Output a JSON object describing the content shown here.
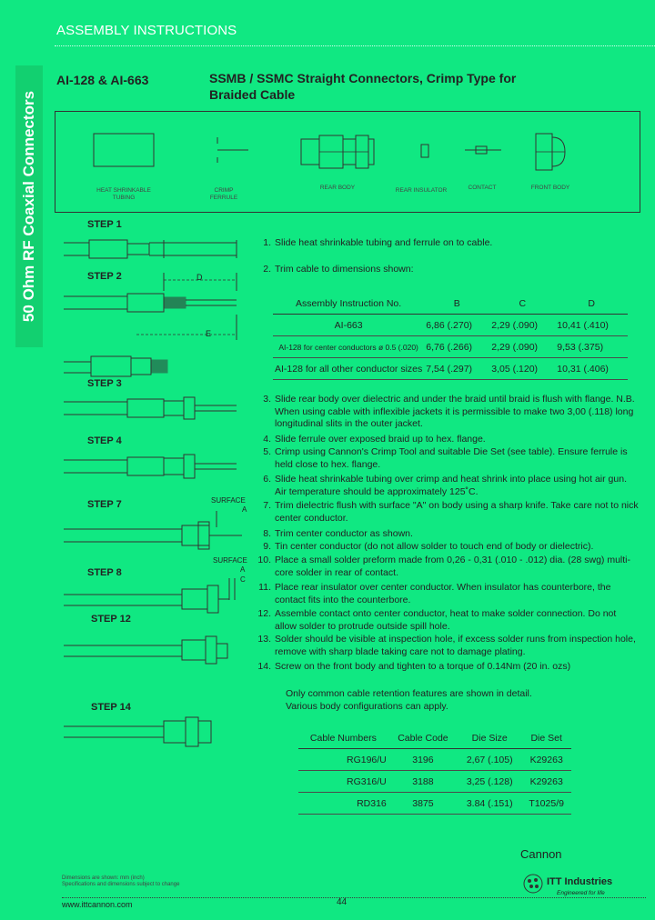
{
  "header": {
    "title": "ASSEMBLY INSTRUCTIONS"
  },
  "side_title": "50 Ohm RF Coaxial Connectors",
  "models": "AI-128 & AI-663",
  "title_line1": "SSMB / SSMC Straight Connectors, Crimp Type for",
  "title_line2": "Braided Cable",
  "parts": [
    {
      "label": "HEAT SHRINKABLE TUBING"
    },
    {
      "label": "CRIMP FERRULE"
    },
    {
      "label": "REAR BODY"
    },
    {
      "label": "REAR INSULATOR"
    },
    {
      "label": "CONTACT"
    },
    {
      "label": "FRONT BODY"
    }
  ],
  "steps": [
    "STEP 1",
    "STEP 2",
    "STEP 3",
    "STEP 4",
    "STEP 7",
    "STEP 8",
    "STEP 12",
    "STEP 14"
  ],
  "dim_letters": {
    "d": "D",
    "e": "E",
    "a": "A",
    "c": "C"
  },
  "surface_label": "SURFACE",
  "instructions_top": [
    {
      "num": "1.",
      "text": "Slide heat shrinkable tubing and ferrule on to cable."
    },
    {
      "num": "2.",
      "text": "Trim cable to dimensions shown:"
    }
  ],
  "dim_table": {
    "headers": [
      "Assembly Instruction No.",
      "B",
      "C",
      "D"
    ],
    "rows": [
      [
        "AI-663",
        "6,86 (.270)",
        "2,29 (.090)",
        "10,41 (.410)"
      ],
      [
        "AI-128 for center conductors ø 0.5 (.020)",
        "6,76 (.266)",
        "2,29 (.090)",
        "9,53 (.375)"
      ],
      [
        "AI-128 for all other conductor sizes",
        "7,54 (.297)",
        "3,05 (.120)",
        "10,31 (.406)"
      ]
    ]
  },
  "instructions": [
    {
      "num": "3.",
      "text": "Slide rear body over dielectric and under the braid until braid is flush with flange.  N.B. When using cable with inflexible jackets it is permissible to make two 3,00 (.118) long longitudinal slits in the outer jacket."
    },
    {
      "num": "4.",
      "text": "Slide ferrule over exposed braid up to hex. flange."
    },
    {
      "num": "5.",
      "text": "Crimp using Cannon's Crimp Tool and suitable Die Set (see table).  Ensure ferrule is held close to hex. flange."
    },
    {
      "num": "6.",
      "text": "Slide heat shrinkable tubing over crimp and heat shrink into place using hot air gun.  Air temperature should be approximately 125˚C."
    },
    {
      "num": "7.",
      "text": "Trim dielectric flush with surface \"A\" on body using a sharp knife.  Take care not to nick center conductor."
    },
    {
      "num": "8.",
      "text": "Trim center conductor as shown."
    },
    {
      "num": "9.",
      "text": "Tin center conductor (do not allow solder to touch end of body or dielectric)."
    },
    {
      "num": "10.",
      "text": "Place a small solder preform made from 0,26 - 0,31 (.010 - .012) dia. (28 swg) multi-core solder in rear of contact."
    },
    {
      "num": "11.",
      "text": "Place rear insulator over center conductor.  When insulator has counterbore, the contact fits into the counterbore."
    },
    {
      "num": "12.",
      "text": "Assemble contact onto center conductor, heat to make solder connection.  Do not allow solder to protrude outside spill hole."
    },
    {
      "num": "13.",
      "text": "Solder should be visible at inspection hole, if excess solder runs from inspection hole, remove with sharp blade taking care not to damage plating."
    },
    {
      "num": "14.",
      "text": "Screw on the front body and tighten to a torque of 0.14Nm (20 in. ozs)"
    }
  ],
  "notes": [
    "Only common cable retention features are shown in detail.",
    "Various body configurations can apply."
  ],
  "cable_table": {
    "headers": [
      "Cable Numbers",
      "Cable Code",
      "Die Size",
      "Die Set"
    ],
    "rows": [
      [
        "RG196/U",
        "3196",
        "2,67 (.105)",
        "K29263"
      ],
      [
        "RG316/U",
        "3188",
        "3,25 (.128)",
        "K29263"
      ],
      [
        "RD316",
        "3875",
        "3.84 (.151)",
        "T1025/9"
      ]
    ]
  },
  "footer": {
    "fine_print_1": "Dimensions are shown: mm (inch)",
    "fine_print_2": "Specifications and dimensions subject to change",
    "url": "www.ittcannon.com",
    "page": "44",
    "brand": "Cannon",
    "company": "ITT Industries",
    "tagline": "Engineered for life"
  }
}
